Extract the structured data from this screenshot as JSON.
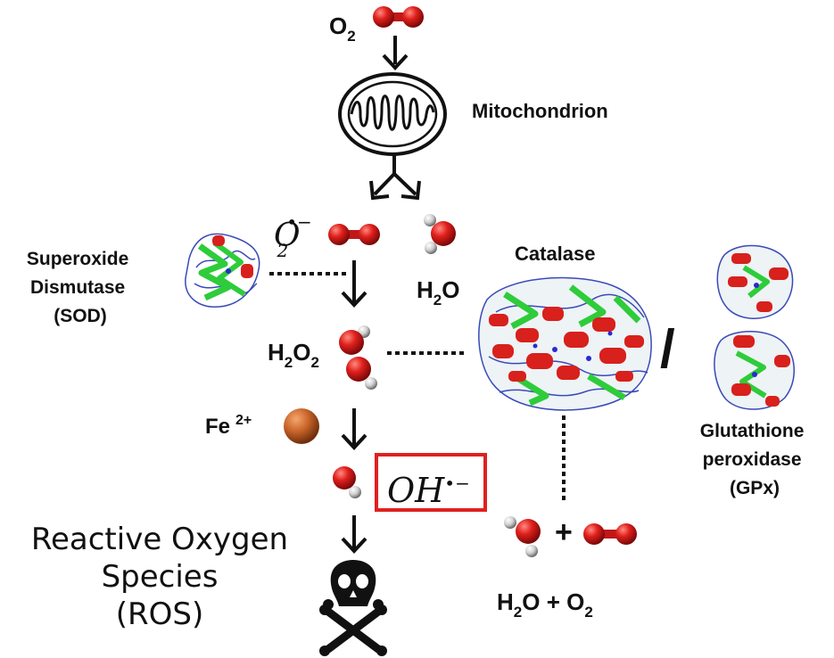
{
  "labels": {
    "o2_top": "O",
    "o2_top_sub": "2",
    "mitochondrion": "Mitochondrion",
    "superoxide_base": "O",
    "superoxide_sub": "2",
    "superoxide_sup": "•−",
    "h2o_mid": "H",
    "h2o_mid_sub": "2",
    "h2o_mid_tail": "O",
    "sod_line1": "Superoxide",
    "sod_line2": "Dismutase",
    "sod_line3": "(SOD)",
    "h2o2_a": "H",
    "h2o2_sub1": "2",
    "h2o2_b": "O",
    "h2o2_sub2": "2",
    "catalase": "Catalase",
    "slash": "/",
    "fe": "Fe",
    "fe_sup": "2+",
    "oh_base": "OH",
    "oh_sup": "•−",
    "plus": "+",
    "gpx_line1": "Glutathione",
    "gpx_line2": "peroxidase",
    "gpx_line3": "(GPx)",
    "ros_line1": "Reactive Oxygen",
    "ros_line2": "Species",
    "ros_line3": "(ROS)",
    "h2o_o2_a": "H",
    "h2o_o2_sub1": "2",
    "h2o_o2_b": "O + O",
    "h2o_o2_sub2": "2"
  },
  "icons": [
    "oxygen-molecule-icon",
    "mitochondrion-icon",
    "water-molecule-icon",
    "hydrogen-peroxide-molecule-icon",
    "iron-ion-icon",
    "hydroxyl-radical-icon",
    "skull-crossbones-icon",
    "sod-protein-icon",
    "catalase-protein-icon",
    "gpx-protein-icon"
  ],
  "colors": {
    "oxygen_atom": "#e0201c",
    "hydrogen_atom": "#cfcfcf",
    "iron_atom": "#c9652a",
    "highlight_box": "#e02020",
    "protein_helix": "#d8201c",
    "protein_sheet": "#2ecc3a",
    "protein_coil": "#3a4ab8"
  }
}
